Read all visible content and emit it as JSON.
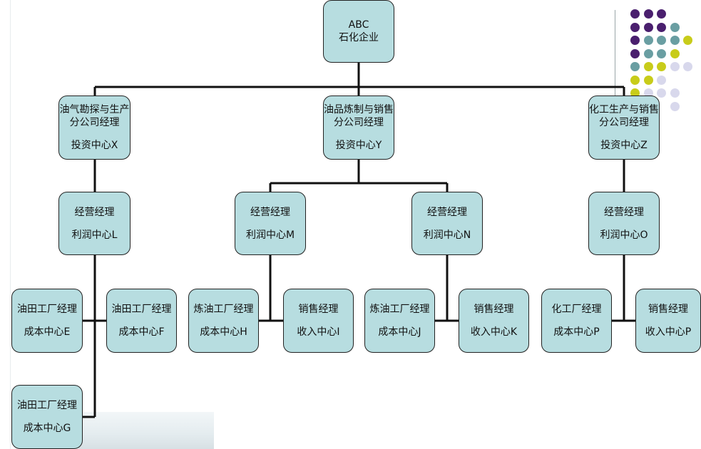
{
  "colors": {
    "node_fill": "#b7dde0",
    "purple": "#4a1f6e",
    "teal": "#6a9ea2",
    "lime": "#c8cc1a",
    "lavender": "#d8d8ec"
  },
  "top": {
    "line1": "ABC",
    "line2": "石化企业"
  },
  "divisions": [
    {
      "title1": "油气勘探与生产",
      "title2": "分公司经理",
      "center": "投资中心X"
    },
    {
      "title1": "油品炼制与销售",
      "title2": "分公司经理",
      "center": "投资中心Y"
    },
    {
      "title1": "化工生产与销售",
      "title2": "分公司经理",
      "center": "投资中心Z"
    }
  ],
  "profit_centers": [
    {
      "title": "经营经理",
      "center": "利润中心L"
    },
    {
      "title": "经营经理",
      "center": "利润中心M"
    },
    {
      "title": "经营经理",
      "center": "利润中心N"
    },
    {
      "title": "经营经理",
      "center": "利润中心O"
    }
  ],
  "leaf_centers": [
    {
      "title": "油田工厂经理",
      "center": "成本中心E"
    },
    {
      "title": "油田工厂经理",
      "center": "成本中心F"
    },
    {
      "title": "炼油工厂经理",
      "center": "成本中心H"
    },
    {
      "title": "销售经理",
      "center": "收入中心I"
    },
    {
      "title": "炼油工厂经理",
      "center": "成本中心J"
    },
    {
      "title": "销售经理",
      "center": "收入中心K"
    },
    {
      "title": "化工厂经理",
      "center": "成本中心P"
    },
    {
      "title": "销售经理",
      "center": "收入中心P"
    },
    {
      "title": "油田工厂经理",
      "center": "成本中心G"
    }
  ]
}
